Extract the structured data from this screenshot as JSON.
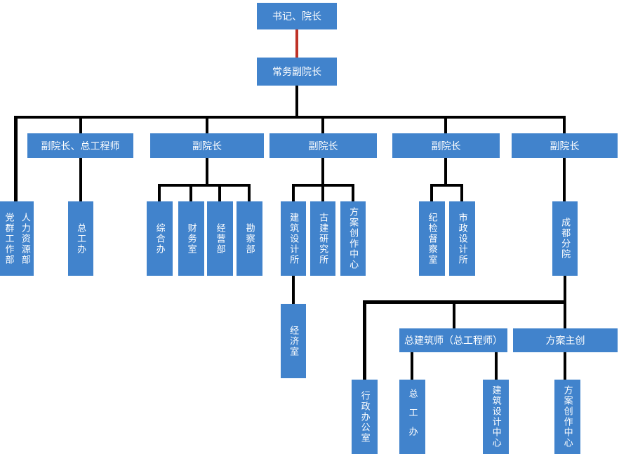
{
  "colors": {
    "node_fill": "#4183CC",
    "node_text": "#FFFFFF",
    "connector": "#000000",
    "highlight_connector": "#BE3227",
    "background": "#FFFFFF"
  },
  "nodes": {
    "secretary_dean": {
      "label": "书记、院长"
    },
    "executive_vice_dean": {
      "label": "常务副院长"
    },
    "vice_dean_chief_engineer": {
      "label": "副院长、总工程师"
    },
    "vice_dean_2": {
      "label": "副院长"
    },
    "vice_dean_3": {
      "label": "副院长"
    },
    "vice_dean_4": {
      "label": "副院长"
    },
    "vice_dean_5": {
      "label": "副院长"
    },
    "party_mass_work_dept": {
      "label": "党群工作部"
    },
    "human_resources_dept": {
      "label": "人力资源部"
    },
    "chief_engineer_office": {
      "label": "总工办"
    },
    "general_affairs_office": {
      "label": "综合办"
    },
    "finance_office": {
      "label": "财务室"
    },
    "business_dept": {
      "label": "经营部"
    },
    "survey_dept": {
      "label": "勘察部"
    },
    "architectural_design_institute": {
      "label": "建筑设计所"
    },
    "ancient_building_research_institute": {
      "label": "古建研究所"
    },
    "scheme_creation_center": {
      "label": "方案创作中心"
    },
    "economics_office": {
      "label": "经济室"
    },
    "discipline_inspection_office": {
      "label": "纪检督察室"
    },
    "municipal_design_institute": {
      "label": "市政设计所"
    },
    "chengdu_branch": {
      "label": "成都分院"
    },
    "chief_architect": {
      "label": "总建筑师（总工程师）"
    },
    "scheme_lead": {
      "label": "方案主创"
    },
    "administrative_office": {
      "label": "行政办公室"
    },
    "chief_engineer_office_branch": {
      "label": "总工办"
    },
    "architectural_design_center": {
      "label": "建筑设计中心"
    },
    "scheme_creation_center_branch": {
      "label": "方案创作中心"
    }
  }
}
